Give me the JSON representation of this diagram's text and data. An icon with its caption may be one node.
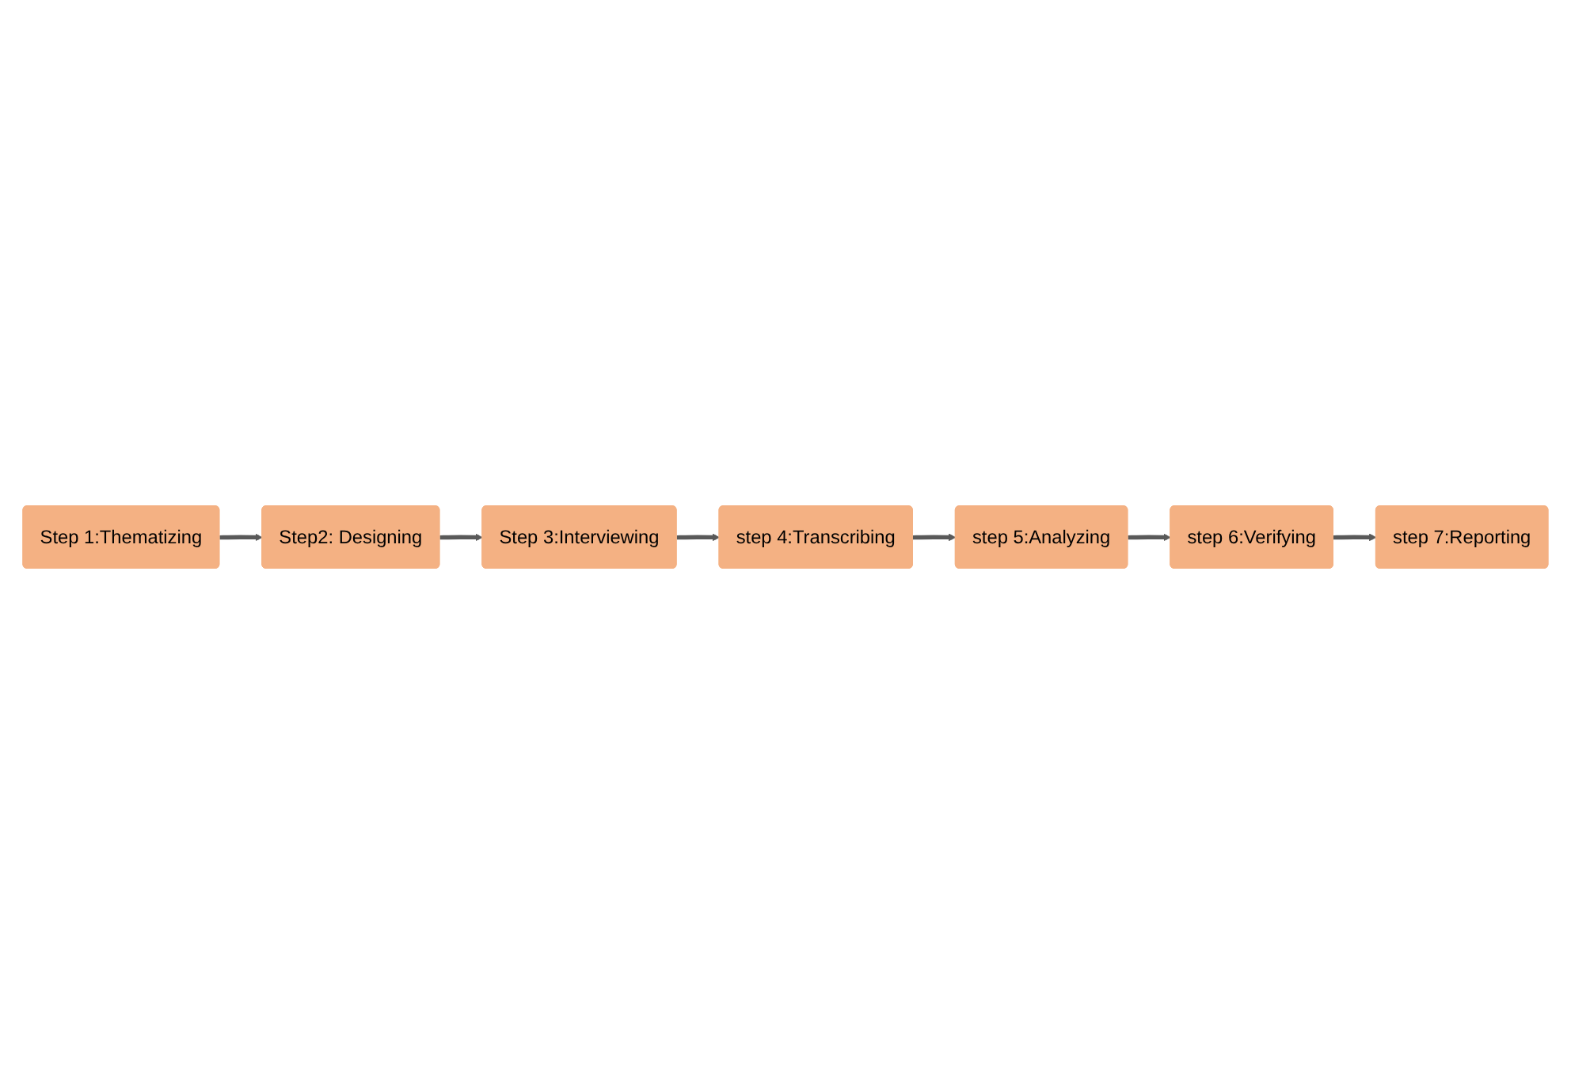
{
  "diagram": {
    "nodes": [
      {
        "text": [
          "Step 1:Thematizing"
        ]
      },
      {
        "text": [
          "Step2: Designing"
        ]
      },
      {
        "text": [
          "Step 3:Interviewing"
        ]
      },
      {
        "text": [
          "step 4:Transcribing"
        ]
      },
      {
        "text": [
          "step 5:Analyzing"
        ]
      },
      {
        "text": [
          "step 6:Verifying"
        ]
      },
      {
        "text": [
          "step 7:Reporting"
        ]
      }
    ],
    "edges": [
      {
        "from": 0,
        "to": 1,
        "arrow": "to"
      },
      {
        "from": 1,
        "to": 2,
        "arrow": "to"
      },
      {
        "from": 2,
        "to": 3,
        "arrow": "to"
      },
      {
        "from": 3,
        "to": 4,
        "arrow": "to"
      },
      {
        "from": 4,
        "to": 5,
        "arrow": "to"
      },
      {
        "from": 5,
        "to": 6,
        "arrow": "to"
      }
    ]
  }
}
